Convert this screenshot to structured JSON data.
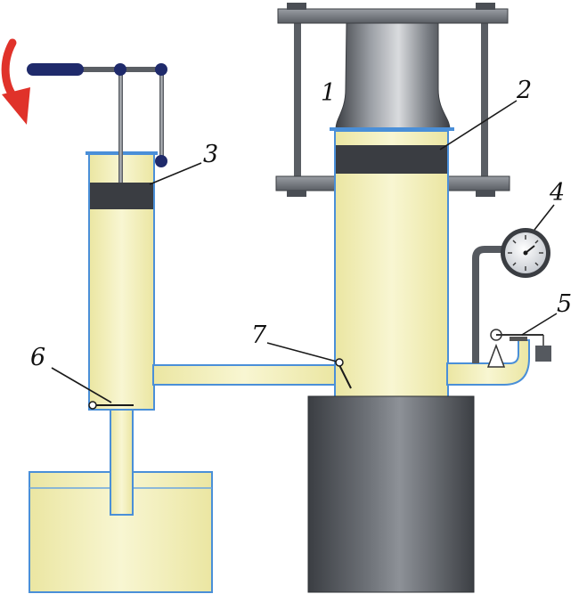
{
  "labels": {
    "l1": "1",
    "l2": "2",
    "l3": "3",
    "l4": "4",
    "l5": "5",
    "l6": "6",
    "l7": "7"
  },
  "colors": {
    "liquid": "#f4f1b8",
    "glass_outline": "#4a8fd8",
    "steel_dark": "#3a3d42",
    "steel_mid": "#8a8e94",
    "knob": "#1f2a6b",
    "arrow": "#e0322a"
  },
  "icons": {
    "motion_arrow": "curved-arrow-down-icon",
    "gauge": "pressure-gauge-icon"
  }
}
